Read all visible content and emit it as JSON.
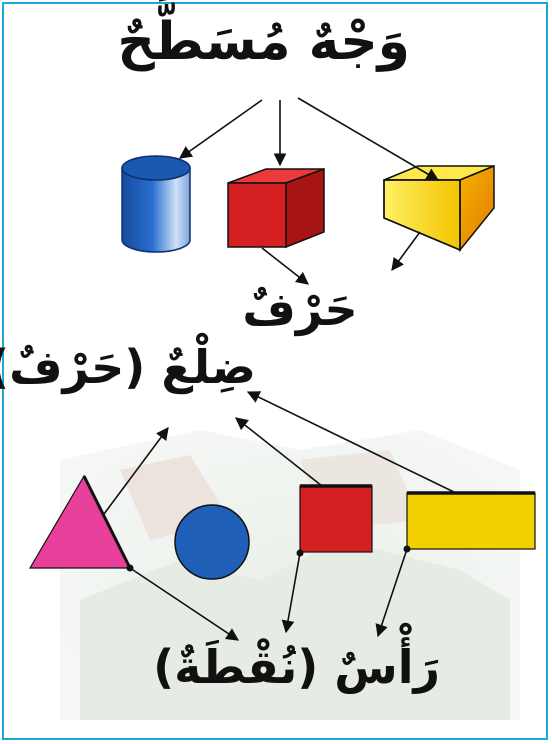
{
  "labels": {
    "face": "وَجْهٌ مُسَطَّحٌ",
    "edge": "حَرْفٌ",
    "side_edge": "ضِلْعٌ (حَرْفٌ)",
    "vertex": "رَأْسٌ (نُقْطَةٌ)"
  },
  "colors": {
    "frame": "#1fa7d8",
    "cylinder": "#1f5fb8",
    "cube": "#d42020",
    "prism": "#f2d000",
    "triangle": "#e8409a",
    "circle": "#1f5fb8",
    "square": "#d42020",
    "rectangle": "#f2d000",
    "arrow": "#111111"
  }
}
